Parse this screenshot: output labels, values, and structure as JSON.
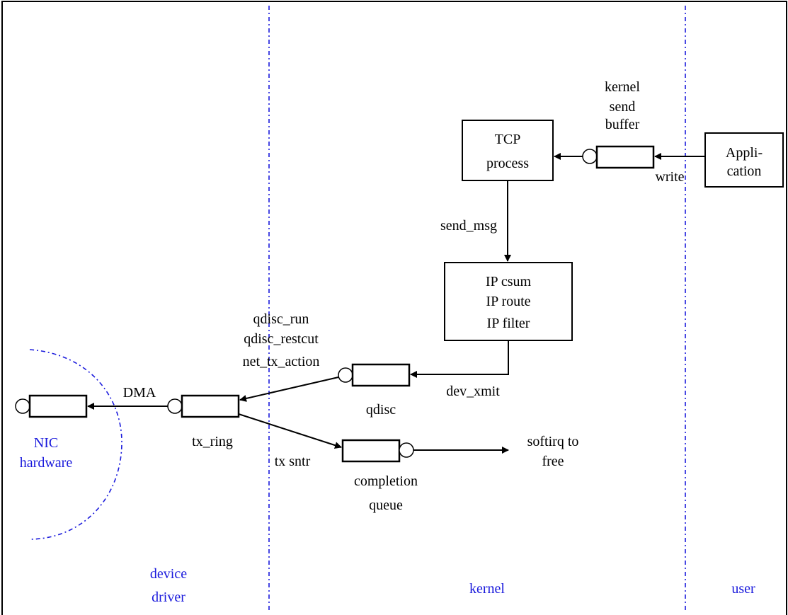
{
  "zones": {
    "device_driver": [
      "device",
      "driver"
    ],
    "kernel": "kernel",
    "user": "user"
  },
  "nodes": {
    "application": [
      "Appli-",
      "cation"
    ],
    "kernel_send_buffer": [
      "kernel",
      "send",
      "buffer"
    ],
    "tcp_process": [
      "TCP",
      "process"
    ],
    "ip_block": [
      "IP csum",
      "IP route",
      "IP filter"
    ],
    "qdisc": "qdisc",
    "tx_ring": "tx_ring",
    "completion_queue": [
      "completion",
      "queue"
    ],
    "nic_hardware": [
      "NIC",
      "hardware"
    ],
    "softirq": [
      "softirq to",
      "free"
    ]
  },
  "edges": {
    "write": "write",
    "send_msg": "send_msg",
    "dev_xmit": "dev_xmit",
    "qdisc_calls": [
      "qdisc_run",
      "qdisc_restcut",
      "net_tx_action"
    ],
    "dma": "DMA",
    "tx_sntr": "tx sntr"
  },
  "colors": {
    "zone_text": "#1a1adc",
    "zone_divider": "#1a1adc",
    "ink": "#000000"
  }
}
